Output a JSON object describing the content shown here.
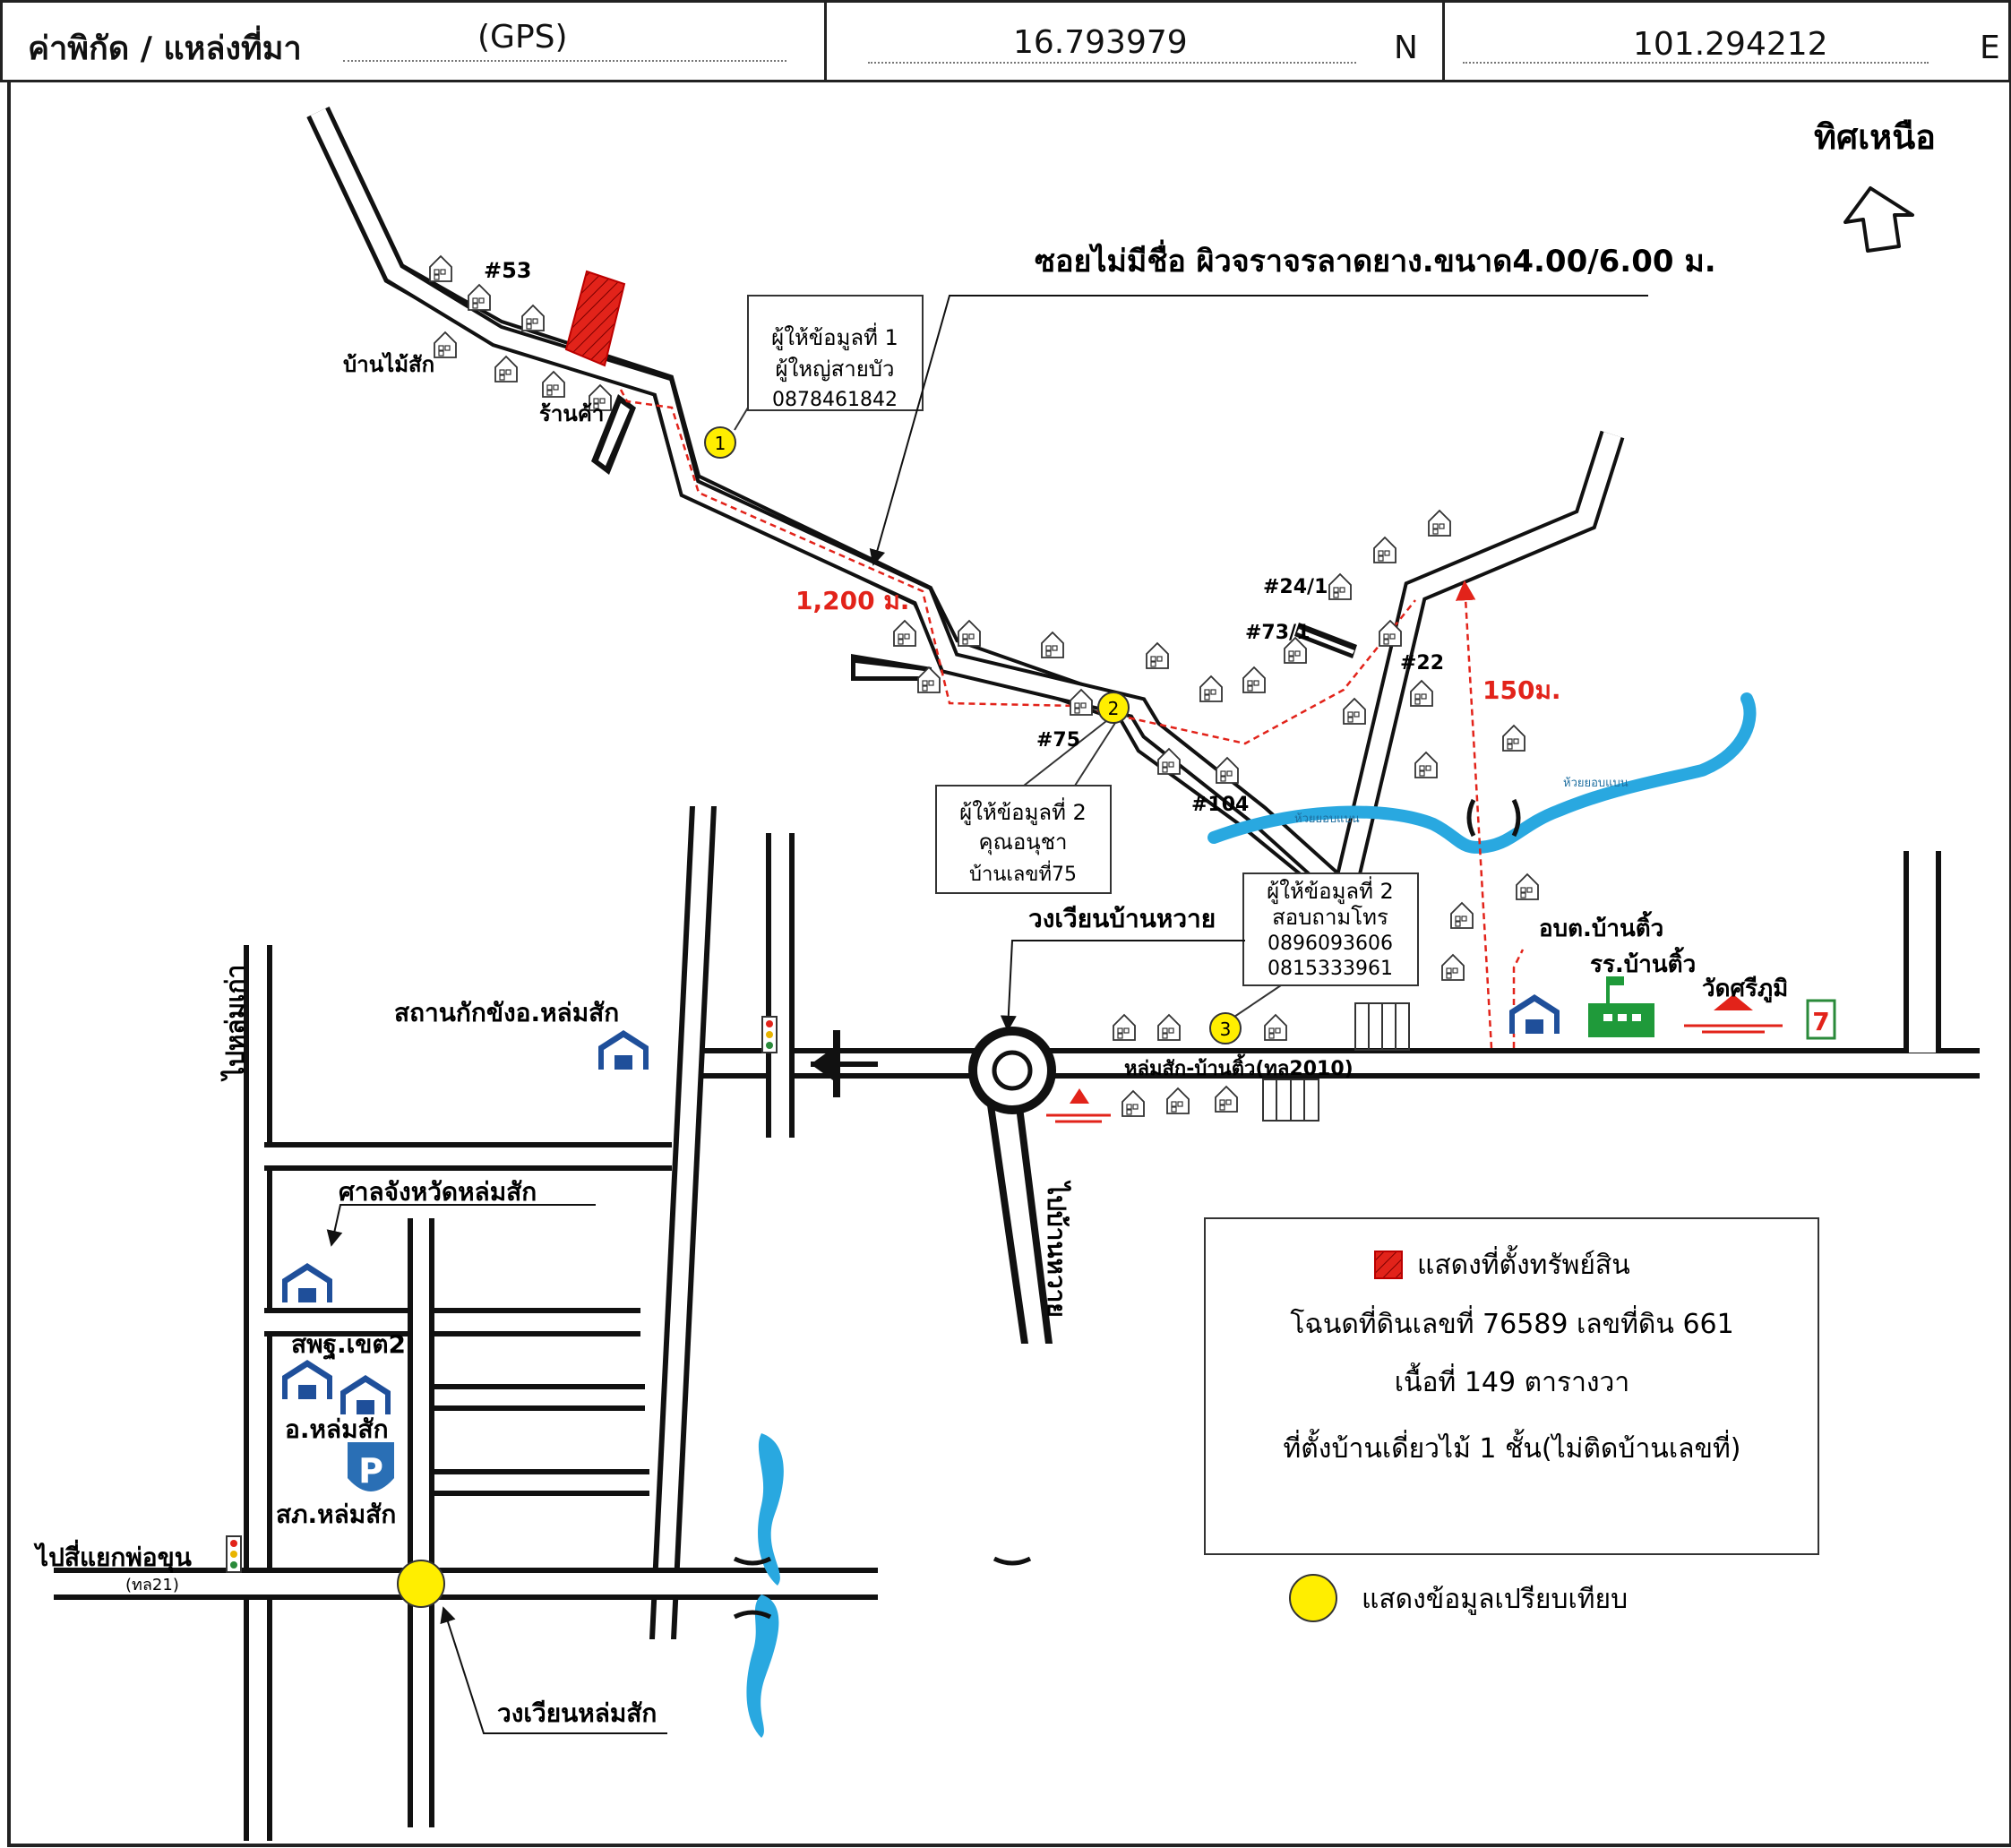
{
  "header": {
    "coord_label": "ค่าพิกัด / แหล่งที่มา",
    "source": "(GPS)",
    "lat": "16.793979",
    "lat_dir": "N",
    "lon": "101.294212",
    "lon_dir": "E"
  },
  "north": {
    "label": "ทิศเหนือ"
  },
  "road_title": "ซอยไม่มีชื่อ ผิวจราจรลาดยาง.ขนาด4.00/6.00 ม.",
  "places": {
    "house53": "#53",
    "teak_house": "บ้านไม้สัก",
    "shop": "ร้านค้า",
    "h24_1": "#24/1",
    "h73_1": "#73/1",
    "h22": "#22",
    "h75": "#75",
    "h104": "#104",
    "dist_1200": "1,200 ม.",
    "dist_150": "150ม.",
    "stream1": "ห้วยยอบแบน",
    "stream2": "ห้วยยอบแบน",
    "roundabout_baan_wai": "วงเวียนบ้านหวาย",
    "detention": "สถานกักขังอ.หล่มสัก",
    "to_lomkao": "ไปหล่มเก่า",
    "to_baan_wai": "ไปบ้านหวาย",
    "main_road": "หล่มสัก-บ้านติ้ว(ทล2010)",
    "obt": "อบต.บ้านติ้ว",
    "school": "รร.บ้านติ้ว",
    "temple": "วัดศรีภูมิ",
    "court": "ศาลจังหวัดหล่มสัก",
    "spt": "สพฐ.เขต2",
    "district": "อ.หล่มสัก",
    "police": "สภ.หล่มสัก",
    "to_phokhun": "ไปสี่แยกพ่อขุน",
    "route21": "(ทล21)",
    "roundabout_lomsak": "วงเวียนหล่มสัก",
    "seven_eleven": "7"
  },
  "informants": [
    {
      "marker": "1",
      "title": "ผู้ให้ข้อมูลที่ 1",
      "name": "ผู้ใหญ่สายบัว",
      "detail": "0878461842"
    },
    {
      "marker": "2",
      "title": "ผู้ให้ข้อมูลที่ 2",
      "name": "คุณอนุชา",
      "detail": "บ้านเลขที่75"
    },
    {
      "marker": "3",
      "title": "ผู้ให้ข้อมูลที่ 2",
      "name": "สอบถามโทร",
      "detail": "0896093606",
      "detail2": "0815333961"
    }
  ],
  "legend": {
    "property": "แสดงที่ตั้งทรัพย์สิน",
    "deed": "โฉนดที่ดินเลขที่ 76589 เลขที่ดิน 661",
    "area": "เนื้อที่ 149 ตารางวา",
    "location": "ที่ตั้งบ้านเดี่ยวไม้  1 ชั้น(ไม่ติดบ้านเลขที่)",
    "compare": "แสดงข้อมูลเปรียบเทียบ"
  },
  "colors": {
    "property": "#e2231a",
    "marker": "#ffee00",
    "water": "#29a8e0",
    "route": "#e2231a",
    "building": "#1f4f9a",
    "school": "#1f9a3a"
  }
}
